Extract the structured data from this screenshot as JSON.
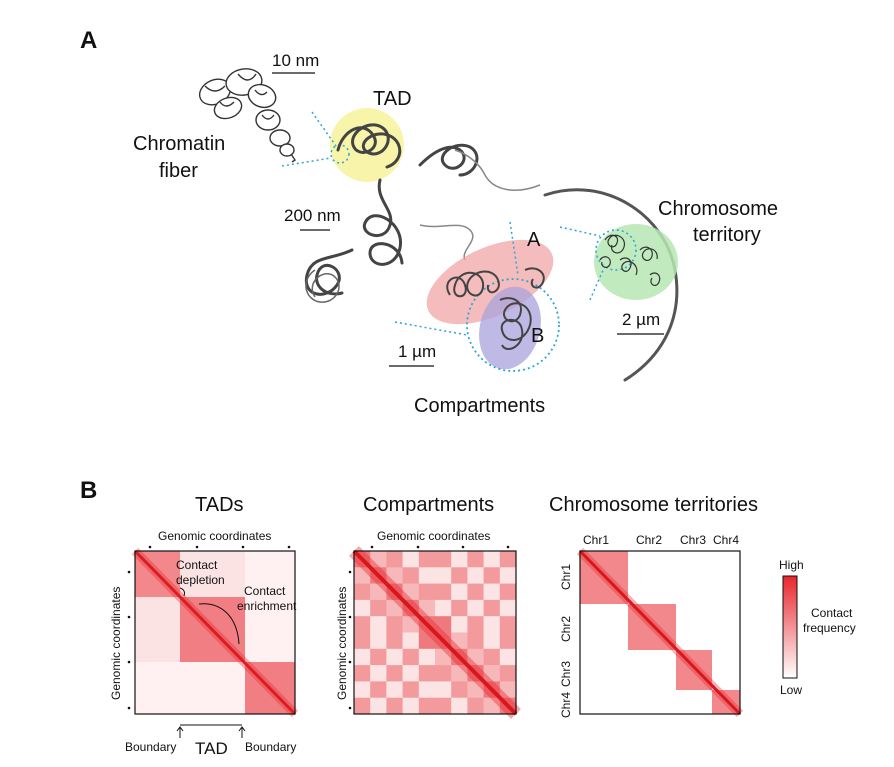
{
  "panel_a": {
    "letter": "A",
    "scale_10nm": "10 nm",
    "chromatin_fiber_1": "Chromatin",
    "chromatin_fiber_2": "fiber",
    "tad": "TAD",
    "scale_200nm": "200 nm",
    "compartment_a": "A",
    "compartment_b": "B",
    "scale_1um": "1 µm",
    "compartments": "Compartments",
    "territory_1": "Chromosome",
    "territory_2": "territory",
    "scale_2um": "2 µm"
  },
  "panel_b": {
    "letter": "B",
    "tads": {
      "title": "TADs",
      "x_axis": "Genomic coordinates",
      "y_axis": "Genomic coordinates",
      "depletion_1": "Contact",
      "depletion_2": "depletion",
      "enrichment_1": "Contact",
      "enrichment_2": "enrichment",
      "boundary_left": "Boundary",
      "tad_label": "TAD",
      "boundary_right": "Boundary"
    },
    "compartments": {
      "title": "Compartments",
      "x_axis": "Genomic coordinates",
      "y_axis": "Genomic coordinates"
    },
    "territories": {
      "title": "Chromosome territories",
      "columns": [
        "Chr1",
        "Chr2",
        "Chr3",
        "Chr4"
      ],
      "rows": [
        "Chr1",
        "Chr2",
        "Chr3",
        "Chr4"
      ]
    },
    "legend": {
      "high": "High",
      "label_1": "Contact",
      "label_2": "frequency",
      "low": "Low"
    }
  },
  "colors": {
    "heat": "#e8262c",
    "tad_blob": "#f7f29a",
    "comp_a": "#f0a0a0",
    "comp_b": "#a9a3dc",
    "territory": "#b6e8b4",
    "dotted": "#2aa7d6"
  }
}
